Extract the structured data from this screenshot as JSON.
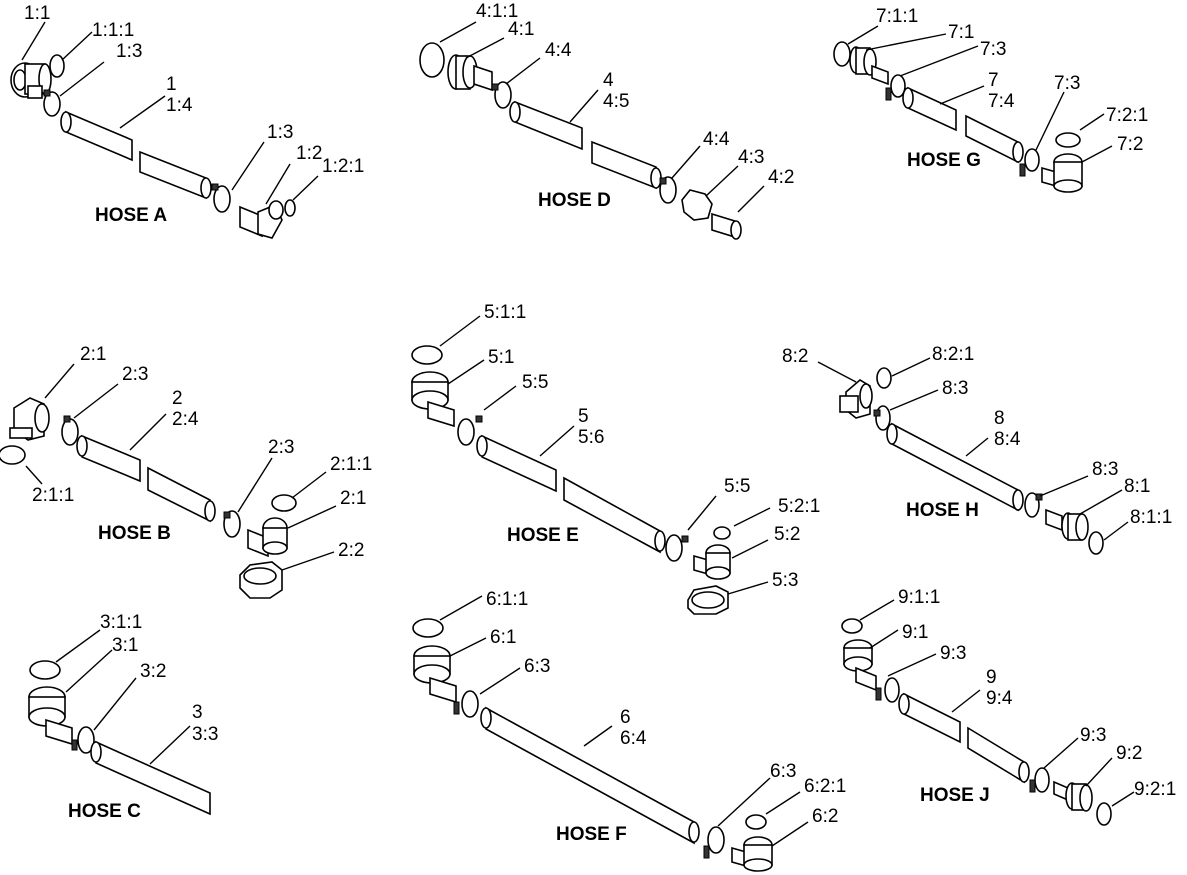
{
  "hoses": [
    {
      "id": "A",
      "title": "HOSE A",
      "labels": {
        "fitting": "1:1",
        "oring1": "1:1:1",
        "clamp1": "1:3",
        "hose": "1",
        "length": "1:4",
        "clamp2": "1:3",
        "elbow": "1:2",
        "oring2": "1:2:1"
      }
    },
    {
      "id": "B",
      "title": "HOSE B",
      "labels": {
        "elbow": "2:1",
        "clamp1": "2:3",
        "hose": "2",
        "length": "2:4",
        "oring1": "2:1:1",
        "clamp2": "2:3",
        "oring2": "2:1:1",
        "fitting": "2:1",
        "nut": "2:2"
      }
    },
    {
      "id": "C",
      "title": "HOSE C",
      "labels": {
        "oring": "3:1:1",
        "fitting": "3:1",
        "clamp": "3:2",
        "hose": "3",
        "length": "3:3"
      }
    },
    {
      "id": "D",
      "title": "HOSE D",
      "labels": {
        "oring": "4:1:1",
        "fitting": "4:1",
        "clamp1": "4:4",
        "hose": "4",
        "length": "4:5",
        "clamp2": "4:4",
        "nut": "4:3",
        "stem": "4:2"
      }
    },
    {
      "id": "E",
      "title": "HOSE E",
      "labels": {
        "oring1": "5:1:1",
        "fitting1": "5:1",
        "clamp1": "5:5",
        "hose": "5",
        "length": "5:6",
        "clamp2": "5:5",
        "oring2": "5:2:1",
        "fitting2": "5:2",
        "nut": "5:3"
      }
    },
    {
      "id": "F",
      "title": "HOSE F",
      "labels": {
        "oring1": "6:1:1",
        "fitting1": "6:1",
        "clamp1": "6:3",
        "hose": "6",
        "length": "6:4",
        "clamp2": "6:3",
        "oring2": "6:2:1",
        "fitting2": "6:2"
      }
    },
    {
      "id": "G",
      "title": "HOSE G",
      "labels": {
        "oring1": "7:1:1",
        "fitting1": "7:1",
        "clamp1": "7:3",
        "hose": "7",
        "length": "7:4",
        "clamp2": "7:3",
        "oring2": "7:2:1",
        "fitting2": "7:2"
      }
    },
    {
      "id": "H",
      "title": "HOSE H",
      "labels": {
        "elbow": "8:2",
        "oring1": "8:2:1",
        "clamp1": "8:3",
        "hose": "8",
        "length": "8:4",
        "clamp2": "8:3",
        "fitting": "8:1",
        "oring2": "8:1:1"
      }
    },
    {
      "id": "J",
      "title": "HOSE J",
      "labels": {
        "oring1": "9:1:1",
        "fitting1": "9:1",
        "clamp1": "9:3",
        "hose": "9",
        "length": "9:4",
        "clamp2": "9:3",
        "fitting2": "9:2",
        "oring2": "9:2:1"
      }
    }
  ]
}
